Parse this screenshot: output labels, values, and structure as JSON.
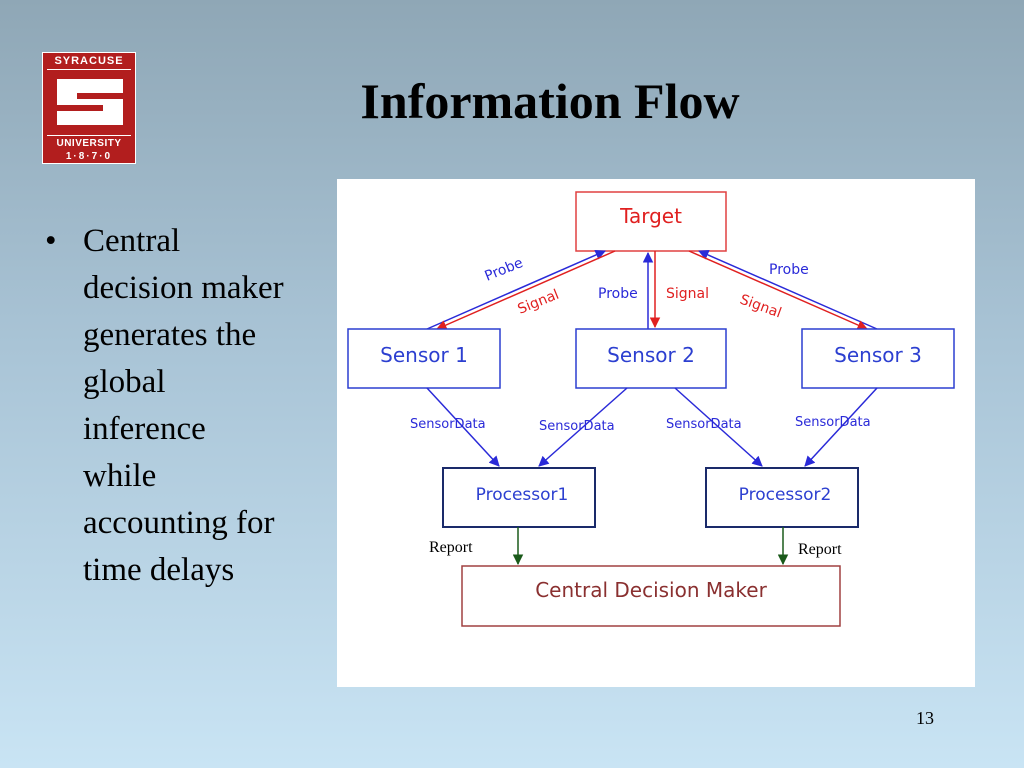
{
  "slide": {
    "title": "Information Flow",
    "page_number": "13"
  },
  "logo": {
    "top_text": "SYRACUSE",
    "bottom_text": "UNIVERSITY",
    "year_text": "1·8·7·0"
  },
  "bullet": {
    "lines": [
      "Central",
      "decision maker",
      "generates the",
      "global",
      "inference",
      "while",
      "accounting for",
      "time delays"
    ]
  },
  "diagram": {
    "target": "Target",
    "sensors": [
      "Sensor 1",
      "Sensor 2",
      "Sensor 3"
    ],
    "processors": [
      "Processor1",
      "Processor2"
    ],
    "central": "Central Decision Maker",
    "probe_label": "Probe",
    "signal_label": "Signal",
    "sensor_data_label": "SensorData",
    "report_label": "Report",
    "colors": {
      "probe": "#2a2ad8",
      "signal": "#e02020",
      "target_border": "#e04040",
      "node_border": "#2c3fd0",
      "central_border": "#a04040",
      "report": "#1a5a1a"
    }
  }
}
